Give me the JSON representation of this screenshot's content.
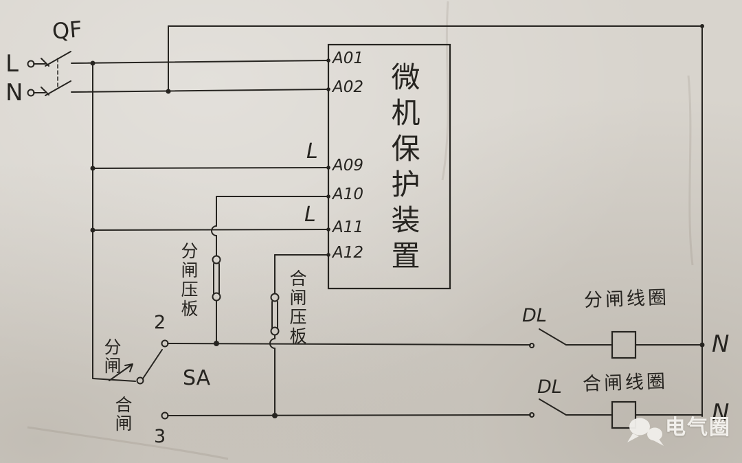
{
  "colors": {
    "paper": "#d8d4cd",
    "ink": "#262420",
    "watermark": "#f1efeb"
  },
  "source": {
    "l_label": "L",
    "n_label": "N",
    "breaker_label": "QF"
  },
  "device": {
    "name": "微机保护装置",
    "terminals": [
      {
        "label": "A01"
      },
      {
        "label": "A02"
      },
      {
        "label": "A09"
      },
      {
        "label": "A10"
      },
      {
        "label": "A11"
      },
      {
        "label": "A12"
      }
    ],
    "live_marks": [
      "L",
      "L"
    ]
  },
  "plates": {
    "trip": "分闸压板",
    "close": "合闸压板"
  },
  "selector": {
    "label": "SA",
    "trip_label": "分闸",
    "close_label": "合闸",
    "trip_contact": "2",
    "close_contact": "3"
  },
  "output": {
    "dl1": "DL",
    "dl2": "DL",
    "trip_coil": "分闸线圈",
    "close_coil": "合闸线圈",
    "n_top": "N",
    "n_bottom": "N"
  },
  "watermark": {
    "text": "电气圈"
  }
}
